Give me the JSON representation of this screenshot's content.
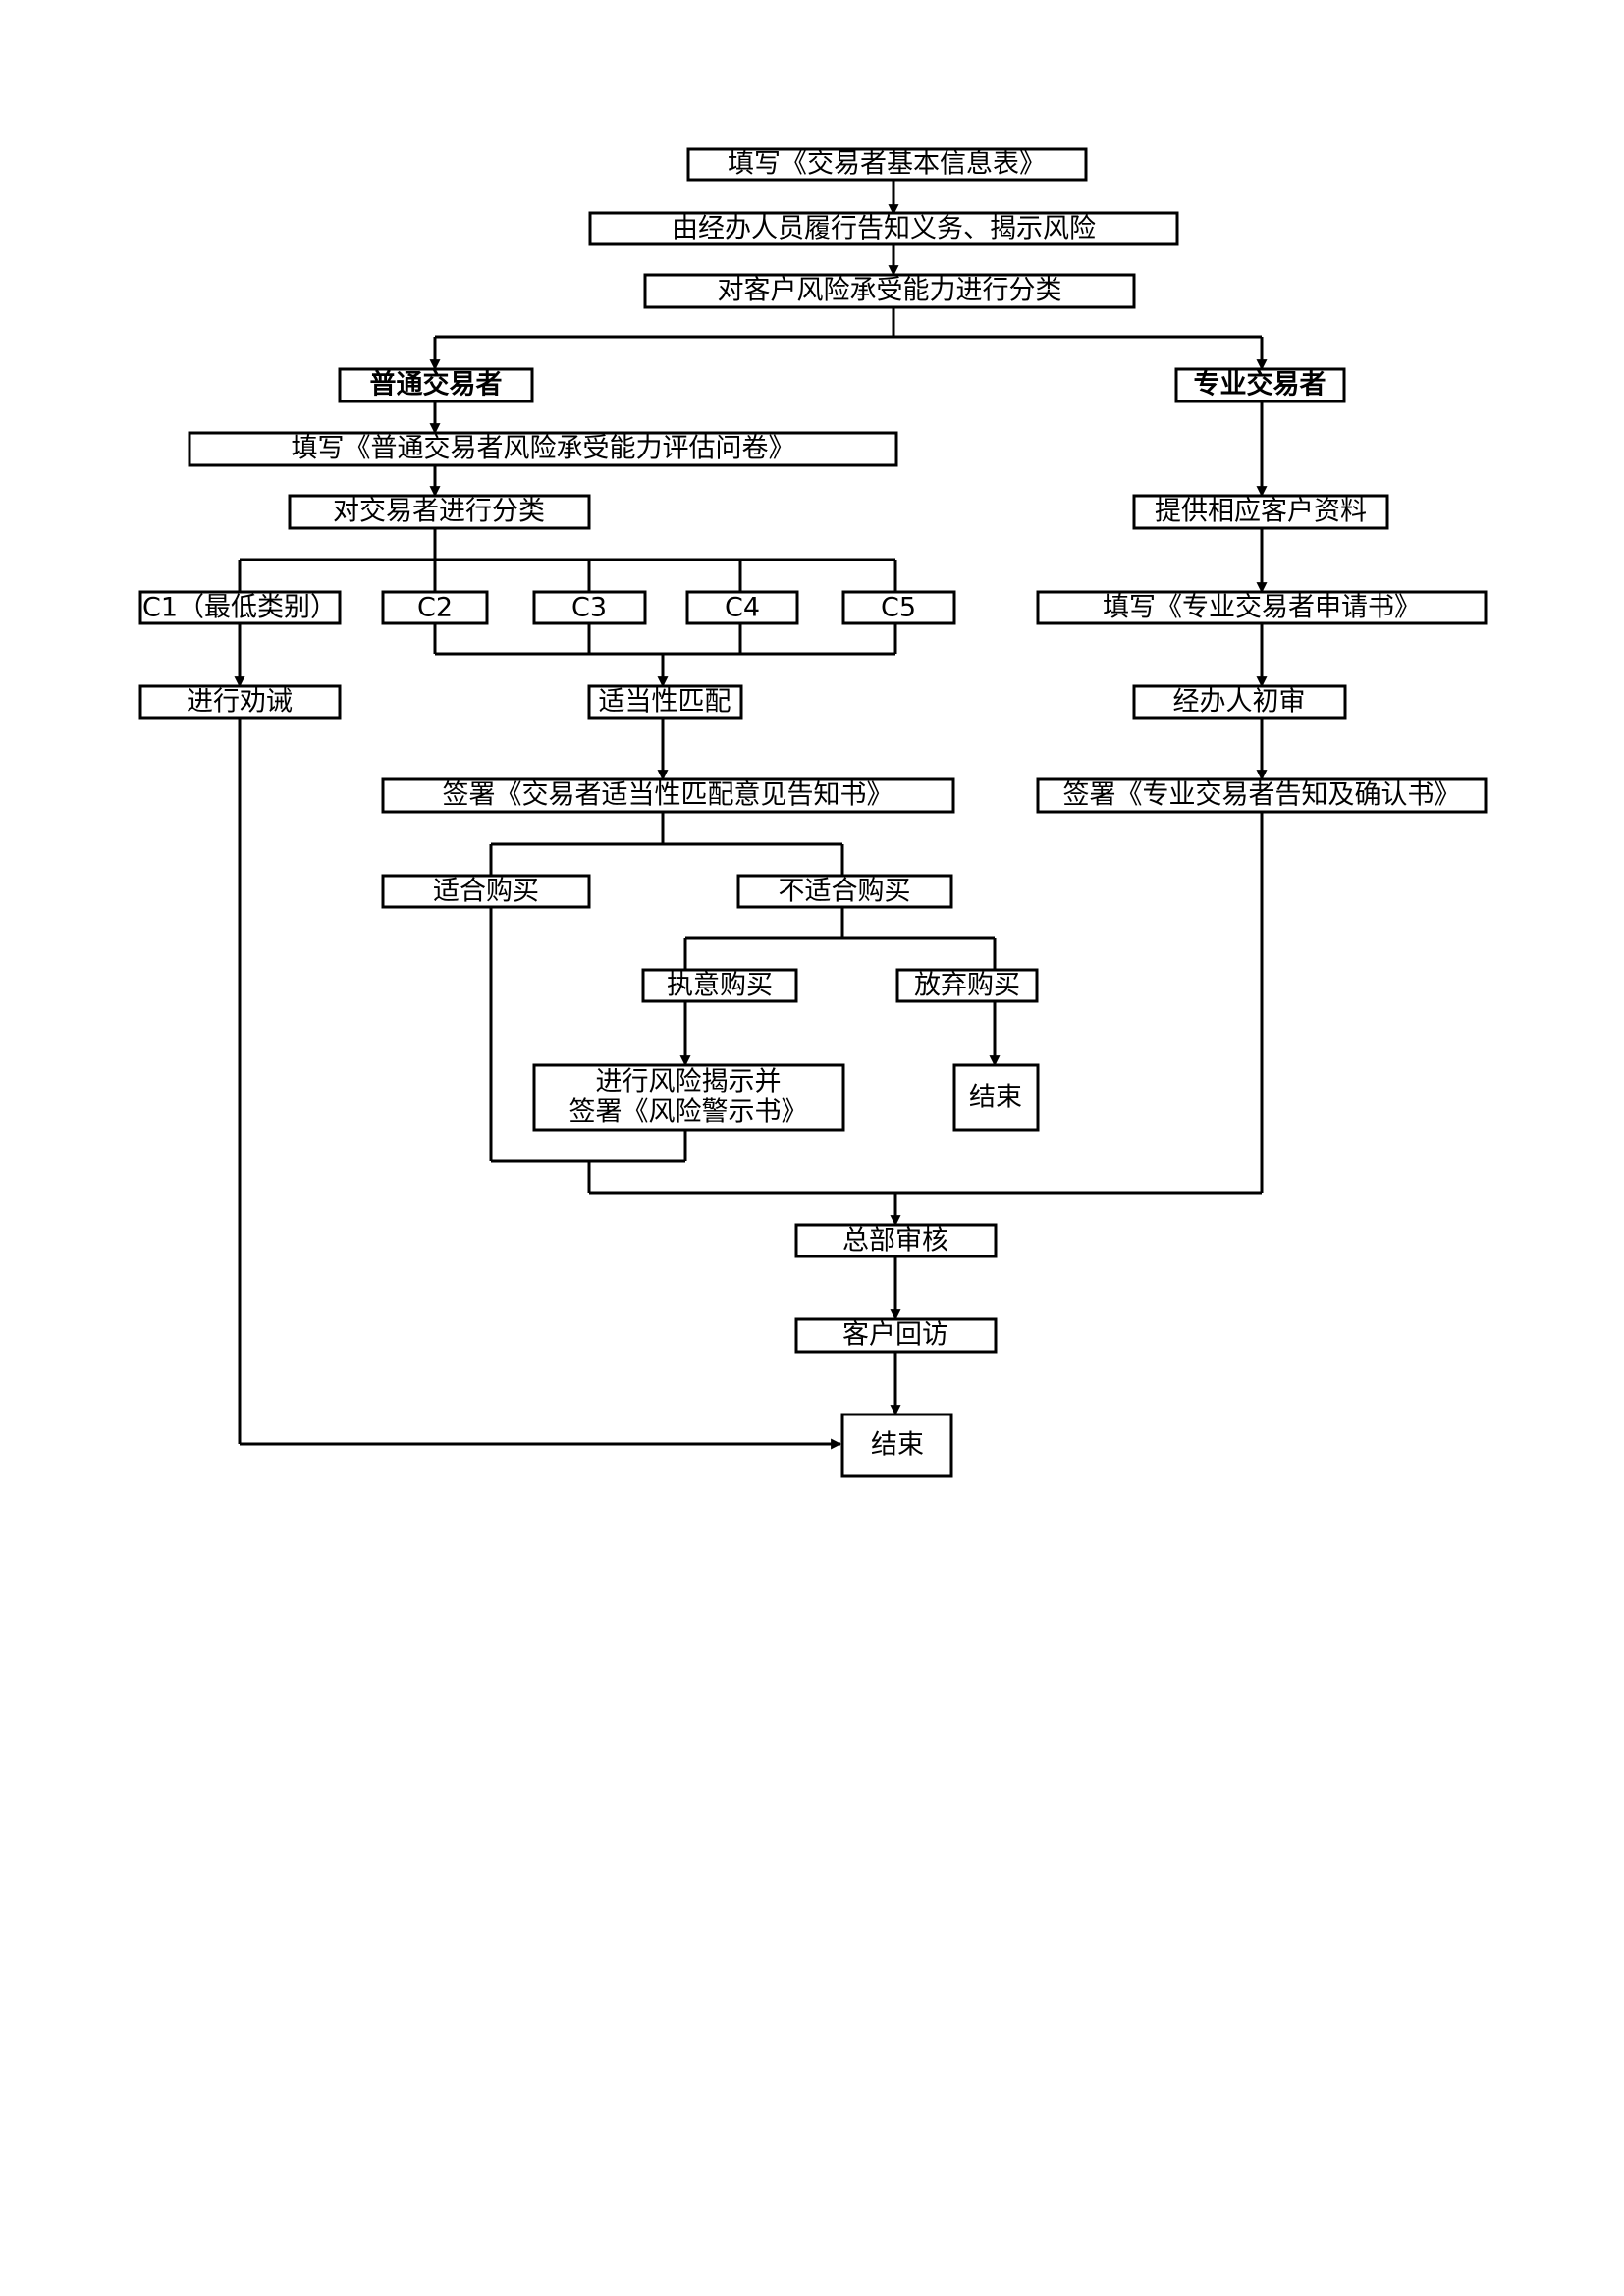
{
  "steps": {
    "fill_basic_info": "填写《交易者基本信息表》",
    "notify_risk": "由经办人员履行告知义务、揭示风险",
    "classify_capacity": "对客户风险承受能力进行分类",
    "ordinary_trader": "普通交易者",
    "professional_trader": "专业交易者",
    "fill_questionnaire": "填写《普通交易者风险承受能力评估问卷》",
    "classify_trader": "对交易者进行分类",
    "provide_materials": "提供相应客户资料",
    "c1": "C1（最低类别）",
    "c2": "C2",
    "c3": "C3",
    "c4": "C4",
    "c5": "C5",
    "fill_pro_application": "填写《专业交易者申请书》",
    "dissuade": "进行劝诫",
    "suitability_match": "适当性匹配",
    "initial_review": "经办人初审",
    "sign_suitability": "签署《交易者适当性匹配意见告知书》",
    "sign_pro_confirm": "签署《专业交易者告知及确认书》",
    "suitable": "适合购买",
    "not_suitable": "不适合购买",
    "insist": "执意购买",
    "give_up": "放弃购买",
    "risk_warning_line1": "进行风险揭示并",
    "risk_warning_line2": "签署《风险警示书》",
    "end_give_up": "结束",
    "hq_review": "总部审核",
    "client_callback": "客户回访",
    "end_final": "结束"
  }
}
